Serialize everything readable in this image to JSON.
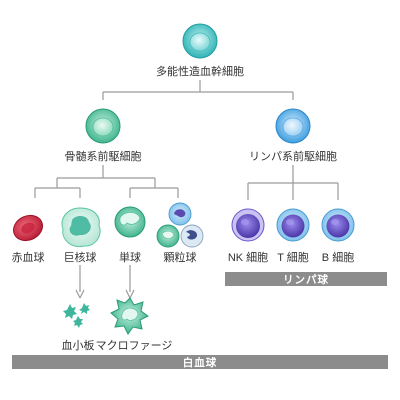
{
  "nodes": {
    "hsc": "多能性造血幹細胞",
    "myeloid_progenitor": "骨髄系前駆細胞",
    "lymphoid_progenitor": "リンパ系前駆細胞",
    "erythrocyte": "赤血球",
    "megakaryocyte": "巨核球",
    "monocyte": "単球",
    "granulocyte": "顆粒球",
    "nk_cell": "NK 細胞",
    "t_cell": "T 細胞",
    "b_cell": "B 細胞",
    "platelet": "血小板",
    "macrophage": "マクロファージ"
  },
  "groups": {
    "lymphocyte": "リンパ球",
    "leukocyte": "白血球"
  },
  "colors": {
    "line": "#9a9a9a",
    "bar": "#8c8c8c",
    "stem_teal": "#39c0c2",
    "myeloid_green": "#55c9a0",
    "lymphoid_blue": "#56b2e8",
    "rbc_red": "#d42a44",
    "lymphocyte_purple": "#6a56c8",
    "platelet_teal": "#3fb59b"
  }
}
